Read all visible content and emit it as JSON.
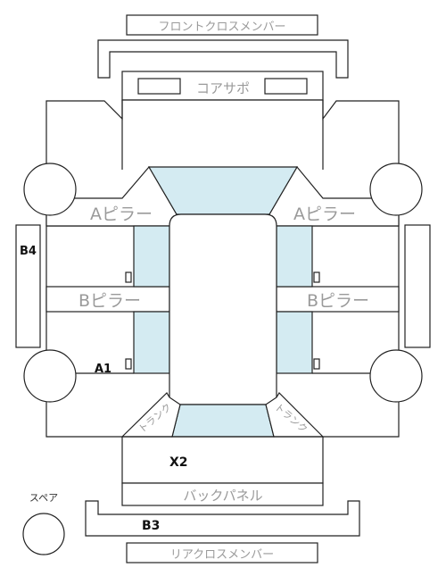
{
  "labels": {
    "front_cross_member": "フロントクロスメンバー",
    "core_support": "コアサポ",
    "a_pillar": "Aピラー",
    "b_pillar": "Bピラー",
    "trunk": "トランク",
    "back_panel": "バックパネル",
    "rear_cross_member": "リアクロスメンバー",
    "spare": "スペア",
    "b4": "B4",
    "a1": "A1",
    "x2": "X2",
    "b3": "B3"
  },
  "colors": {
    "glass": "#d4ebf2",
    "line": "#222222",
    "label_grey": "#9a9a9a",
    "background": "#ffffff"
  }
}
